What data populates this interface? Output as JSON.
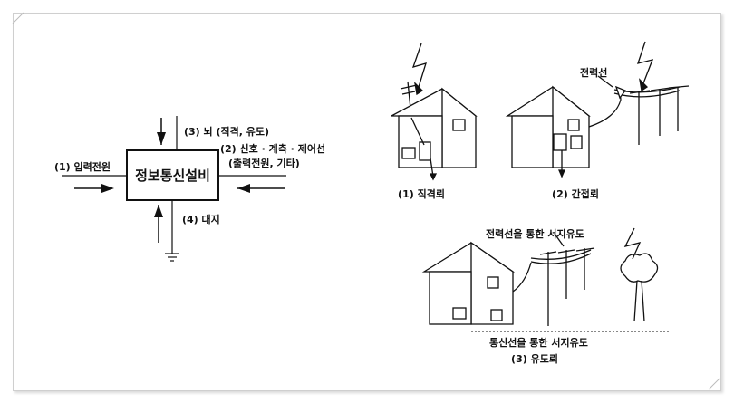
{
  "left_diagram": {
    "center_box": "정보통신설비",
    "label_top": "(3) 뇌 (직격, 유도)",
    "label_right_1": "(2) 신호 · 계측 · 제어선",
    "label_right_2": "(출력전원, 기타)",
    "label_left": "(1) 입력전원",
    "label_bottom": "(4) 대지"
  },
  "right_diagram": {
    "direct_caption": "(1) 직격뢰",
    "indirect_caption": "(2) 간접뢰",
    "indirect_powerline_label": "전력선",
    "induced_powerline_label": "전력선을 통한 서지유도",
    "induced_comm_label": "통신선을 통한 서지유도",
    "induced_caption": "(3) 유도뢰"
  }
}
